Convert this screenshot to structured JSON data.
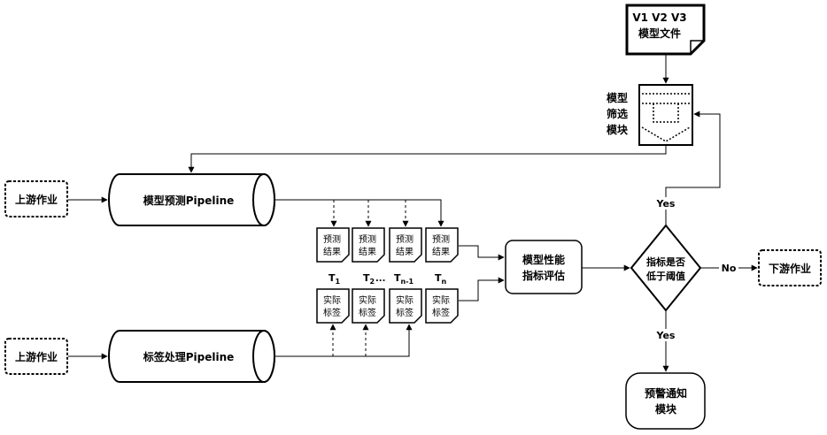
{
  "model_file": {
    "line1": "V1 V2 V3",
    "line2": "模型文件"
  },
  "filter_module": {
    "line1": "模型",
    "line2": "筛选",
    "line3": "模块"
  },
  "upstream_job_1": "上游作业",
  "upstream_job_2": "上游作业",
  "prediction_pipeline": "模型预测Pipeline",
  "label_pipeline": "标签处理Pipeline",
  "prediction_docs": [
    {
      "line1": "预测",
      "line2": "结果"
    },
    {
      "line1": "预测",
      "line2": "结果"
    },
    {
      "line1": "预测",
      "line2": "结果"
    },
    {
      "line1": "预测",
      "line2": "结果"
    }
  ],
  "label_docs": [
    {
      "line1": "实际",
      "line2": "标签"
    },
    {
      "line1": "实际",
      "line2": "标签"
    },
    {
      "line1": "实际",
      "line2": "标签"
    },
    {
      "line1": "实际",
      "line2": "标签"
    }
  ],
  "time_labels": [
    {
      "base": "T",
      "sub": "1"
    },
    {
      "base": "T",
      "sub": "2"
    },
    {
      "base": "T",
      "sub": "n-1"
    },
    {
      "base": "T",
      "sub": "n"
    }
  ],
  "ellipsis": "...",
  "eval_module": {
    "line1": "模型性能",
    "line2": "指标评估"
  },
  "decision": {
    "line1": "指标是否",
    "line2": "低于阈值"
  },
  "edge_yes_top": "Yes",
  "edge_no": "No",
  "edge_yes_bottom": "Yes",
  "downstream_job": "下游作业",
  "alert_module": {
    "line1": "预警通知",
    "line2": "模块"
  }
}
